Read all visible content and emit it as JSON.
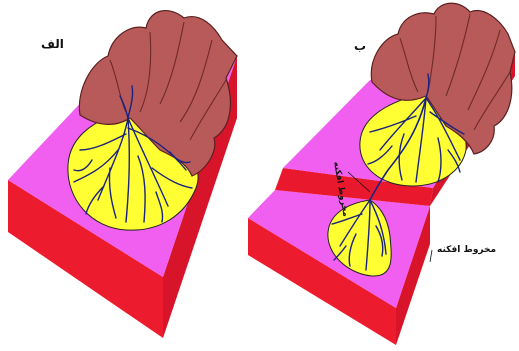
{
  "panels": [
    {
      "label": "الف"
    },
    {
      "label": "ب"
    }
  ],
  "annotations": {
    "upper": "مخروط افکنه",
    "lower": "مخروط افکنه"
  }
}
